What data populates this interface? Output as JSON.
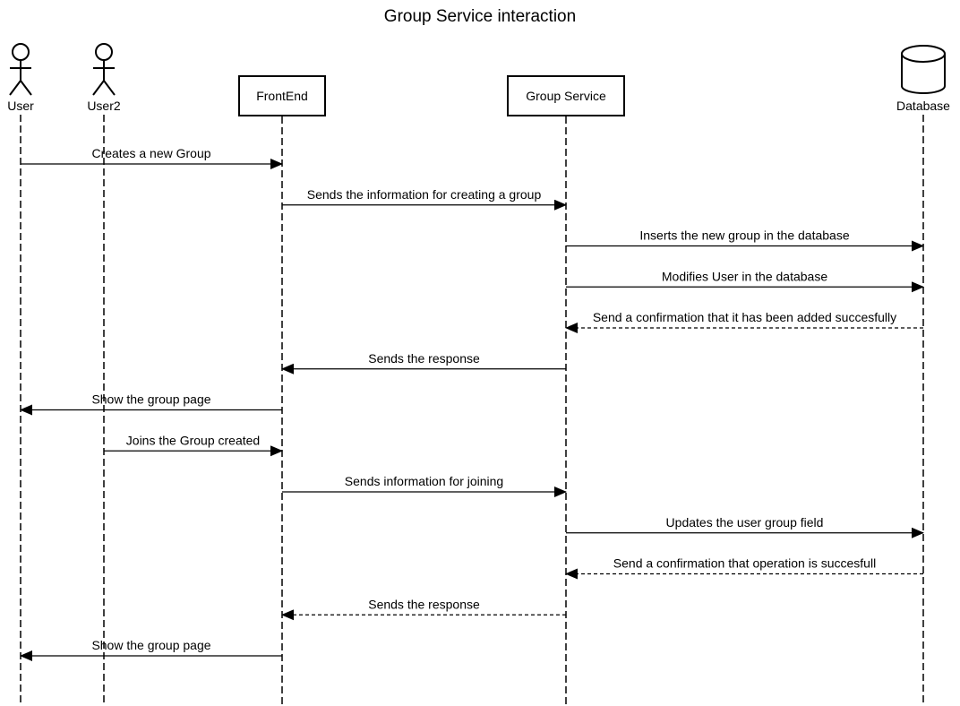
{
  "title": "Group Service interaction",
  "colors": {
    "stroke": "#000000",
    "background": "#ffffff"
  },
  "participants": [
    {
      "id": "user",
      "label": "User",
      "kind": "actor"
    },
    {
      "id": "user2",
      "label": "User2",
      "kind": "actor"
    },
    {
      "id": "frontend",
      "label": "FrontEnd",
      "kind": "box"
    },
    {
      "id": "group_service",
      "label": "Group Service",
      "kind": "box"
    },
    {
      "id": "database",
      "label": "Database",
      "kind": "database"
    }
  ],
  "messages": [
    {
      "from": "user",
      "to": "frontend",
      "label": "Creates a new Group",
      "style": "solid"
    },
    {
      "from": "frontend",
      "to": "group_service",
      "label": "Sends the information for creating a group",
      "style": "solid"
    },
    {
      "from": "group_service",
      "to": "database",
      "label": "Inserts the new group in the database",
      "style": "solid"
    },
    {
      "from": "group_service",
      "to": "database",
      "label": "Modifies User in the database",
      "style": "solid"
    },
    {
      "from": "database",
      "to": "group_service",
      "label": "Send a confirmation that it has been added succesfully",
      "style": "dashed"
    },
    {
      "from": "group_service",
      "to": "frontend",
      "label": "Sends the response",
      "style": "solid"
    },
    {
      "from": "frontend",
      "to": "user",
      "label": "Show the group page",
      "style": "solid"
    },
    {
      "from": "user2",
      "to": "frontend",
      "label": "Joins the Group created",
      "style": "solid"
    },
    {
      "from": "frontend",
      "to": "group_service",
      "label": "Sends information for joining",
      "style": "solid"
    },
    {
      "from": "group_service",
      "to": "database",
      "label": "Updates the user group field",
      "style": "solid"
    },
    {
      "from": "database",
      "to": "group_service",
      "label": "Send a confirmation that operation is succesfull",
      "style": "dashed"
    },
    {
      "from": "group_service",
      "to": "frontend",
      "label": "Sends the response",
      "style": "dashed"
    },
    {
      "from": "frontend",
      "to": "user",
      "label": "Show the group page",
      "style": "solid"
    }
  ]
}
